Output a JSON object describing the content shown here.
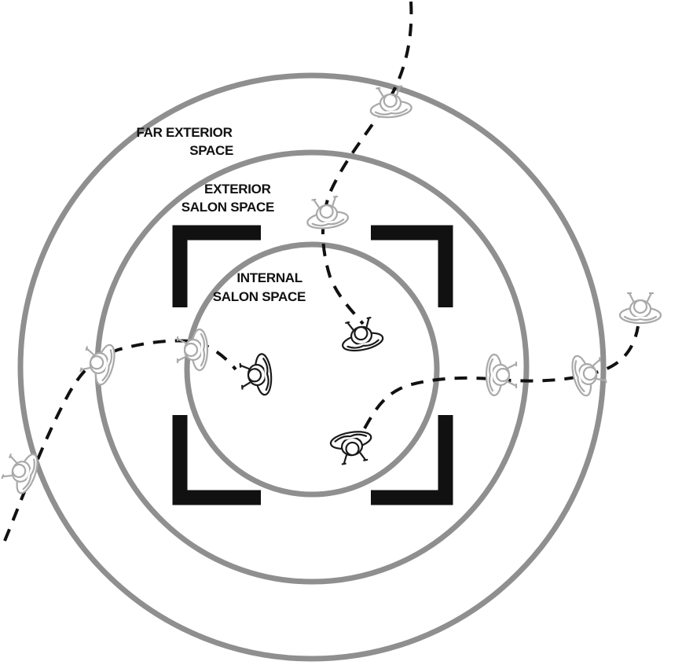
{
  "labels": {
    "far_exterior": [
      "FAR EXTERIOR",
      "SPACE"
    ],
    "exterior": [
      "EXTERIOR",
      "SALON SPACE"
    ],
    "internal": [
      "INTERNAL",
      "SALON SPACE"
    ]
  },
  "colors": {
    "rings": "#8f8f8f",
    "brackets": "#111111",
    "paths": "#111111",
    "people_inside": "#1a1a1a",
    "people_outside": "#a9a9a9"
  },
  "icons": [
    "person-top-view-icon"
  ]
}
